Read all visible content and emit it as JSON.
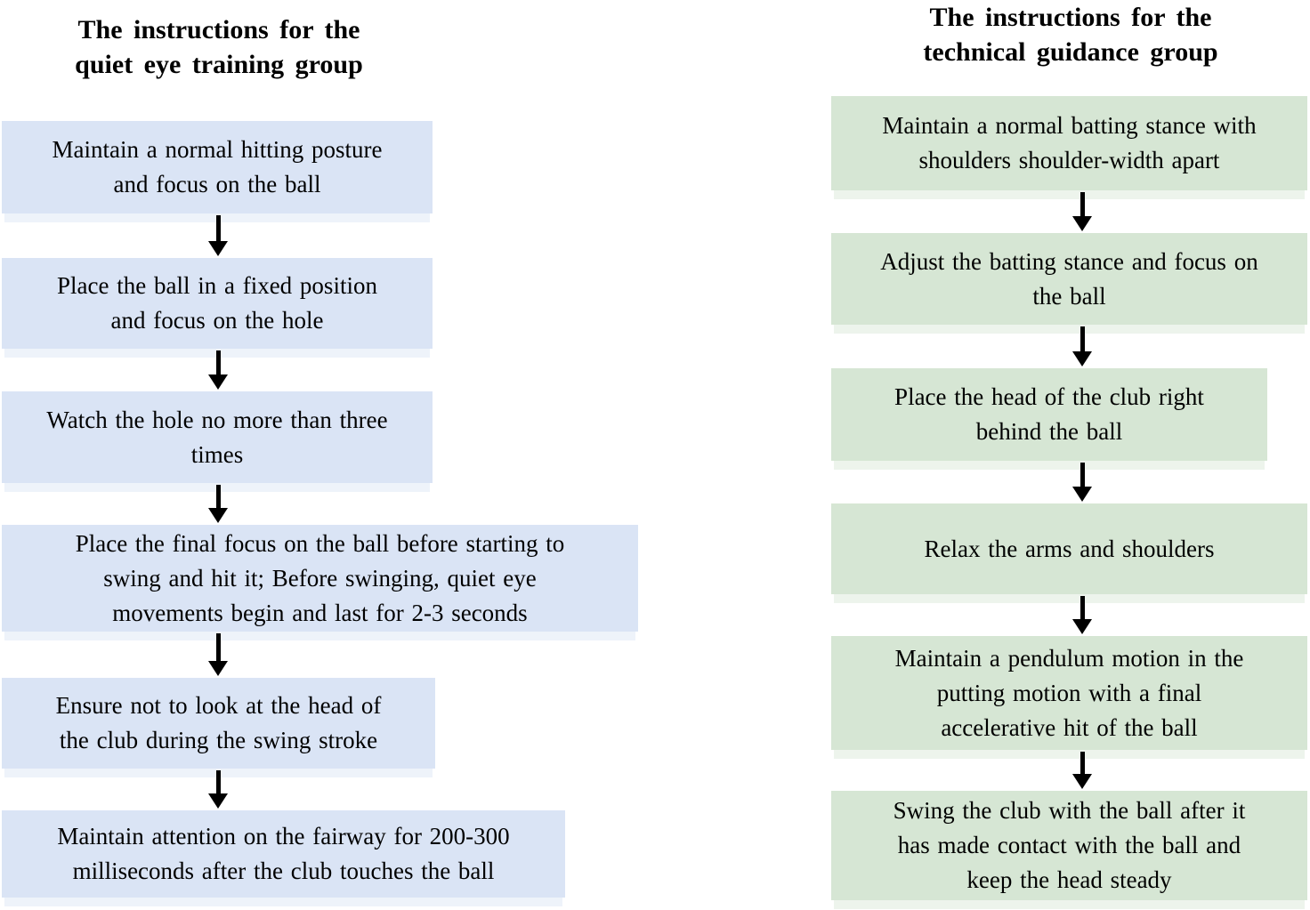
{
  "page": {
    "background_color": "#ffffff",
    "text_color": "#000000"
  },
  "left_flow": {
    "title": "The instructions for the\nquiet eye training group",
    "box_color": "#dae4f5",
    "steps": [
      "Maintain a normal hitting posture\nand focus on the ball",
      "Place the ball in a fixed position\nand focus on the hole",
      "Watch the hole no more than three\ntimes",
      "Place the final focus on the ball before starting to\nswing and hit it; Before swinging, quiet eye\nmovements begin and last for 2-3 seconds",
      "Ensure not to look at the head of\nthe club during the swing stroke",
      "Maintain attention on the fairway for 200-300\nmilliseconds after the club touches the ball"
    ]
  },
  "right_flow": {
    "title": "The instructions for the\ntechnical guidance group",
    "box_color": "#d6e6d4",
    "steps": [
      "Maintain a normal batting stance with\nshoulders shoulder-width apart",
      "Adjust the batting stance and focus on\nthe ball",
      "Place the head of the club right\nbehind the ball",
      "Relax the arms and shoulders",
      "Maintain a pendulum motion in the\nputting motion with a final\naccelerative hit of the ball",
      "Swing the club with the ball after it\nhas made contact with the ball and\nkeep the head steady"
    ]
  }
}
